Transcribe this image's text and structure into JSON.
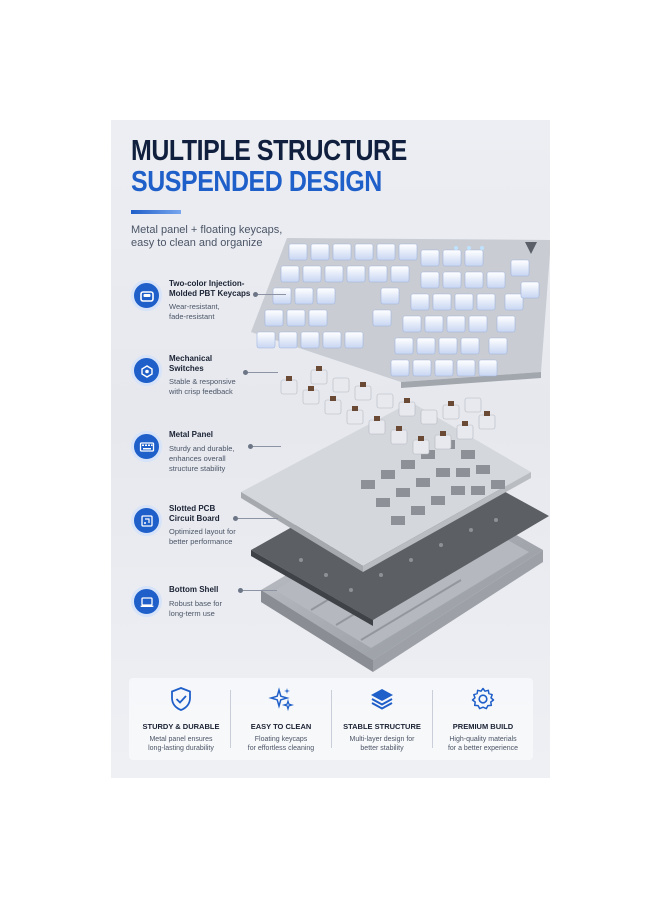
{
  "header": {
    "line1": "MULTIPLE STRUCTURE",
    "line2": "SUSPENDED DESIGN",
    "subtitle_l1": "Metal panel + floating keycaps,",
    "subtitle_l2": "easy to clean and organize"
  },
  "features": [
    {
      "title_l1": "Two-color Injection-",
      "title_l2": "Molded PBT Keycaps",
      "desc_l1": "Wear-resistant,",
      "desc_l2": "fade-resistant",
      "icon": "keycap-icon"
    },
    {
      "title_l1": "Mechanical",
      "title_l2": "Switches",
      "desc_l1": "Stable & responsive",
      "desc_l2": "with crisp feedback",
      "icon": "switch-icon"
    },
    {
      "title_l1": "Metal Panel",
      "title_l2": "",
      "desc_l1": "Sturdy and durable,",
      "desc_l2": "enhances overall",
      "desc_l3": "structure stability",
      "icon": "keyboard-plate-icon"
    },
    {
      "title_l1": "Slotted PCB",
      "title_l2": "Circuit Board",
      "desc_l1": "Optimized layout for",
      "desc_l2": "better performance",
      "icon": "circuit-board-icon"
    },
    {
      "title_l1": "Bottom Shell",
      "title_l2": "",
      "desc_l1": "Robust base for",
      "desc_l2": "long-term use",
      "icon": "laptop-base-icon"
    }
  ],
  "benefits": [
    {
      "title": "STURDY & DURABLE",
      "desc_l1": "Metal panel ensures",
      "desc_l2": "long-lasting durability",
      "icon": "shield-check-icon"
    },
    {
      "title": "EASY TO CLEAN",
      "desc_l1": "Floating keycaps",
      "desc_l2": "for effortless cleaning",
      "icon": "sparkle-icon"
    },
    {
      "title": "STABLE STRUCTURE",
      "desc_l1": "Multi-layer design for",
      "desc_l2": "better stability",
      "icon": "layers-icon"
    },
    {
      "title": "PREMIUM BUILD",
      "desc_l1": "High-quality materials",
      "desc_l2": "for a better experience",
      "icon": "gear-icon"
    }
  ],
  "colors": {
    "navy": "#0f1f3d",
    "accent_blue": "#1f5fc9",
    "keycap_white": "#f4f6fa",
    "keycap_blue": "#b9cdf4",
    "plate_grey": "#c9ccd2",
    "pcb_dark": "#5c5f64",
    "shell_grey": "#a8abb1"
  }
}
